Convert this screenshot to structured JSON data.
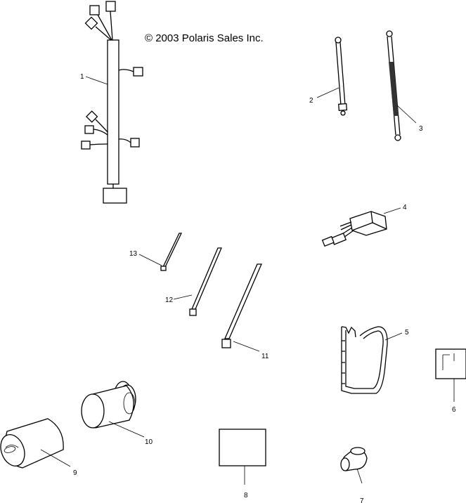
{
  "copyright": "© 2003 Polaris Sales Inc.",
  "callouts": [
    "1",
    "2",
    "3",
    "4",
    "5",
    "6",
    "7",
    "8",
    "9",
    "10",
    "11",
    "12",
    "13"
  ]
}
